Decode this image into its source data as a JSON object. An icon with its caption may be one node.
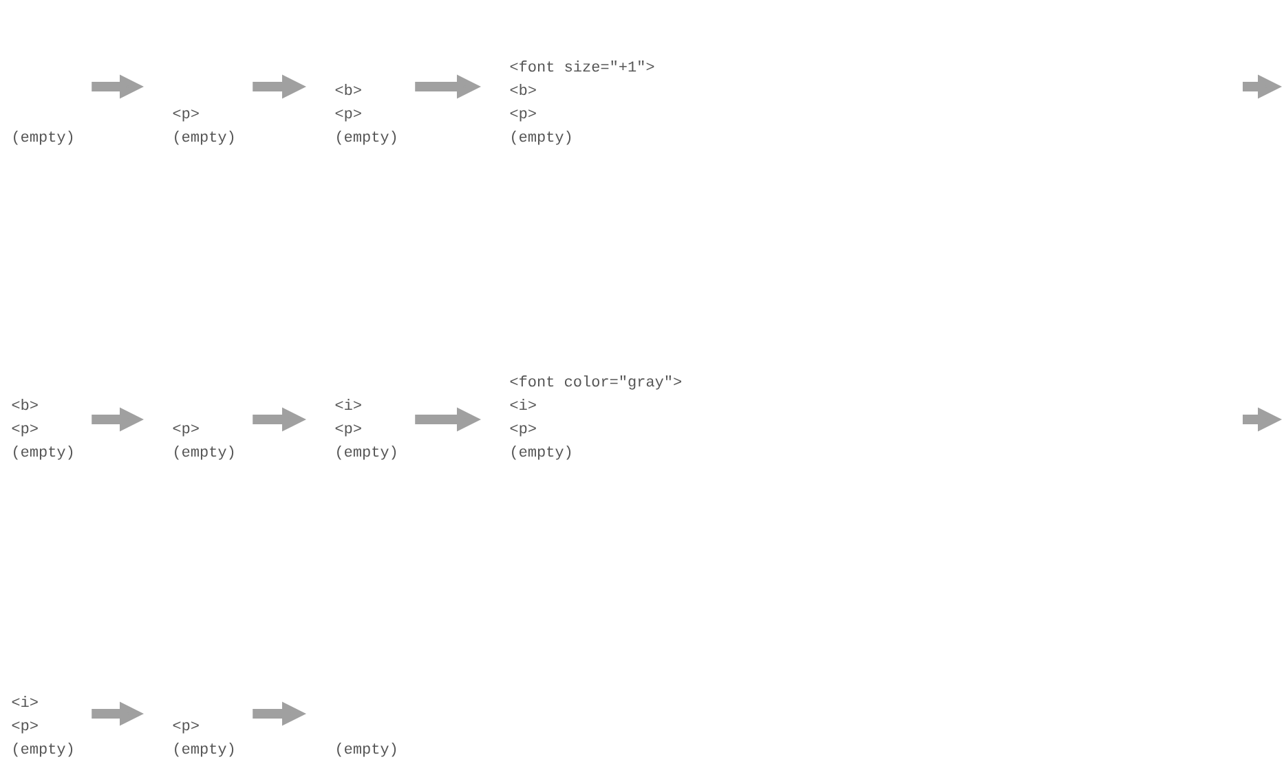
{
  "diagram": {
    "nodes": [
      {
        "text": [
          "(empty)"
        ]
      },
      {
        "text": [
          "<p>",
          "(empty)"
        ]
      },
      {
        "text": [
          "<b>",
          "<p>",
          "(empty)"
        ]
      },
      {
        "text": [
          "<font size=\"+1\">",
          "<b>",
          "<p>",
          "(empty)"
        ]
      },
      {
        "text": [
          "<b>",
          "<p>",
          "(empty)"
        ]
      },
      {
        "text": [
          "<p>",
          "(empty)"
        ]
      },
      {
        "text": [
          "<i>",
          "<p>",
          "(empty)"
        ]
      },
      {
        "text": [
          "<font color=\"gray\">",
          "<i>",
          "<p>",
          "(empty)"
        ]
      },
      {
        "text": [
          "<i>",
          "<p>",
          "(empty)"
        ]
      },
      {
        "text": [
          "<p>",
          "(empty)"
        ]
      },
      {
        "text": [
          "(empty)"
        ]
      }
    ],
    "edges": [
      {
        "from": 0,
        "to": 1,
        "arrow": "to"
      },
      {
        "from": 1,
        "to": 2,
        "arrow": "to"
      },
      {
        "from": 2,
        "to": 3,
        "arrow": "to"
      },
      {
        "from": 4,
        "to": 5,
        "arrow": "to"
      },
      {
        "from": 5,
        "to": 6,
        "arrow": "to"
      },
      {
        "from": 6,
        "to": 7,
        "arrow": "to"
      },
      {
        "from": 8,
        "to": 9,
        "arrow": "to"
      },
      {
        "from": 9,
        "to": 10,
        "arrow": "to"
      }
    ]
  }
}
